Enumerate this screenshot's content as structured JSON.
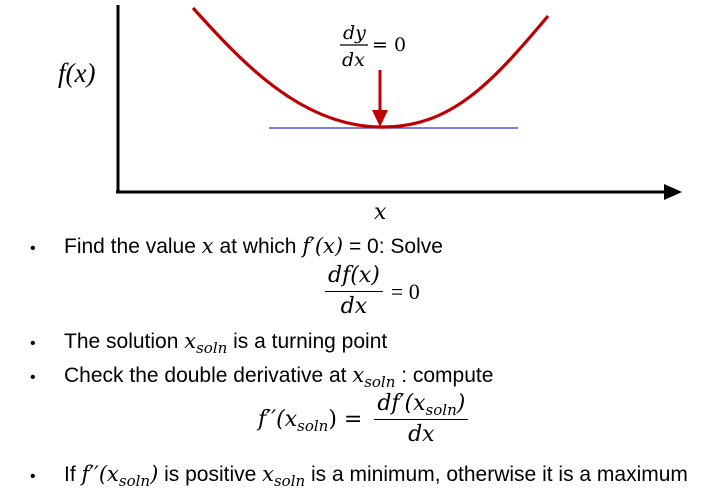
{
  "diagram": {
    "y_axis_label": "f(x)",
    "x_axis_label": "x",
    "annotation_numerator": "dy",
    "annotation_denominator": "dx",
    "annotation_equals": "= 0",
    "curve_color": "#c00000",
    "tangent_color": "#3333cc"
  },
  "bullets": {
    "b1": {
      "text_a": "Find the value ",
      "var_x": "x",
      "text_b": " at which ",
      "f_prime": "f′(x)",
      "text_c": " = 0:   Solve"
    },
    "eq1": {
      "numerator": "df(x)",
      "denominator": "dx",
      "rhs": "= 0"
    },
    "b2": {
      "text_a": "The solution ",
      "x": "x",
      "sub": "soln",
      "text_b": " is a turning point"
    },
    "b3": {
      "text_a": "Check the double derivative at ",
      "x": "x",
      "sub": "soln",
      "text_b": " : compute"
    },
    "eq2": {
      "lhs_f": "f′′(x",
      "lhs_sub": "soln",
      "lhs_close": ") =",
      "num_f": "df′(x",
      "num_sub": "soln",
      "num_close": ")",
      "denominator": "dx"
    },
    "b4": {
      "text_a": "If ",
      "f": "f′′(x",
      "sub1": "soln",
      "close": ")",
      "text_b": " is positive ",
      "x": "x",
      "sub2": "soln",
      "text_c": " is a minimum, otherwise it is a maximum"
    }
  }
}
